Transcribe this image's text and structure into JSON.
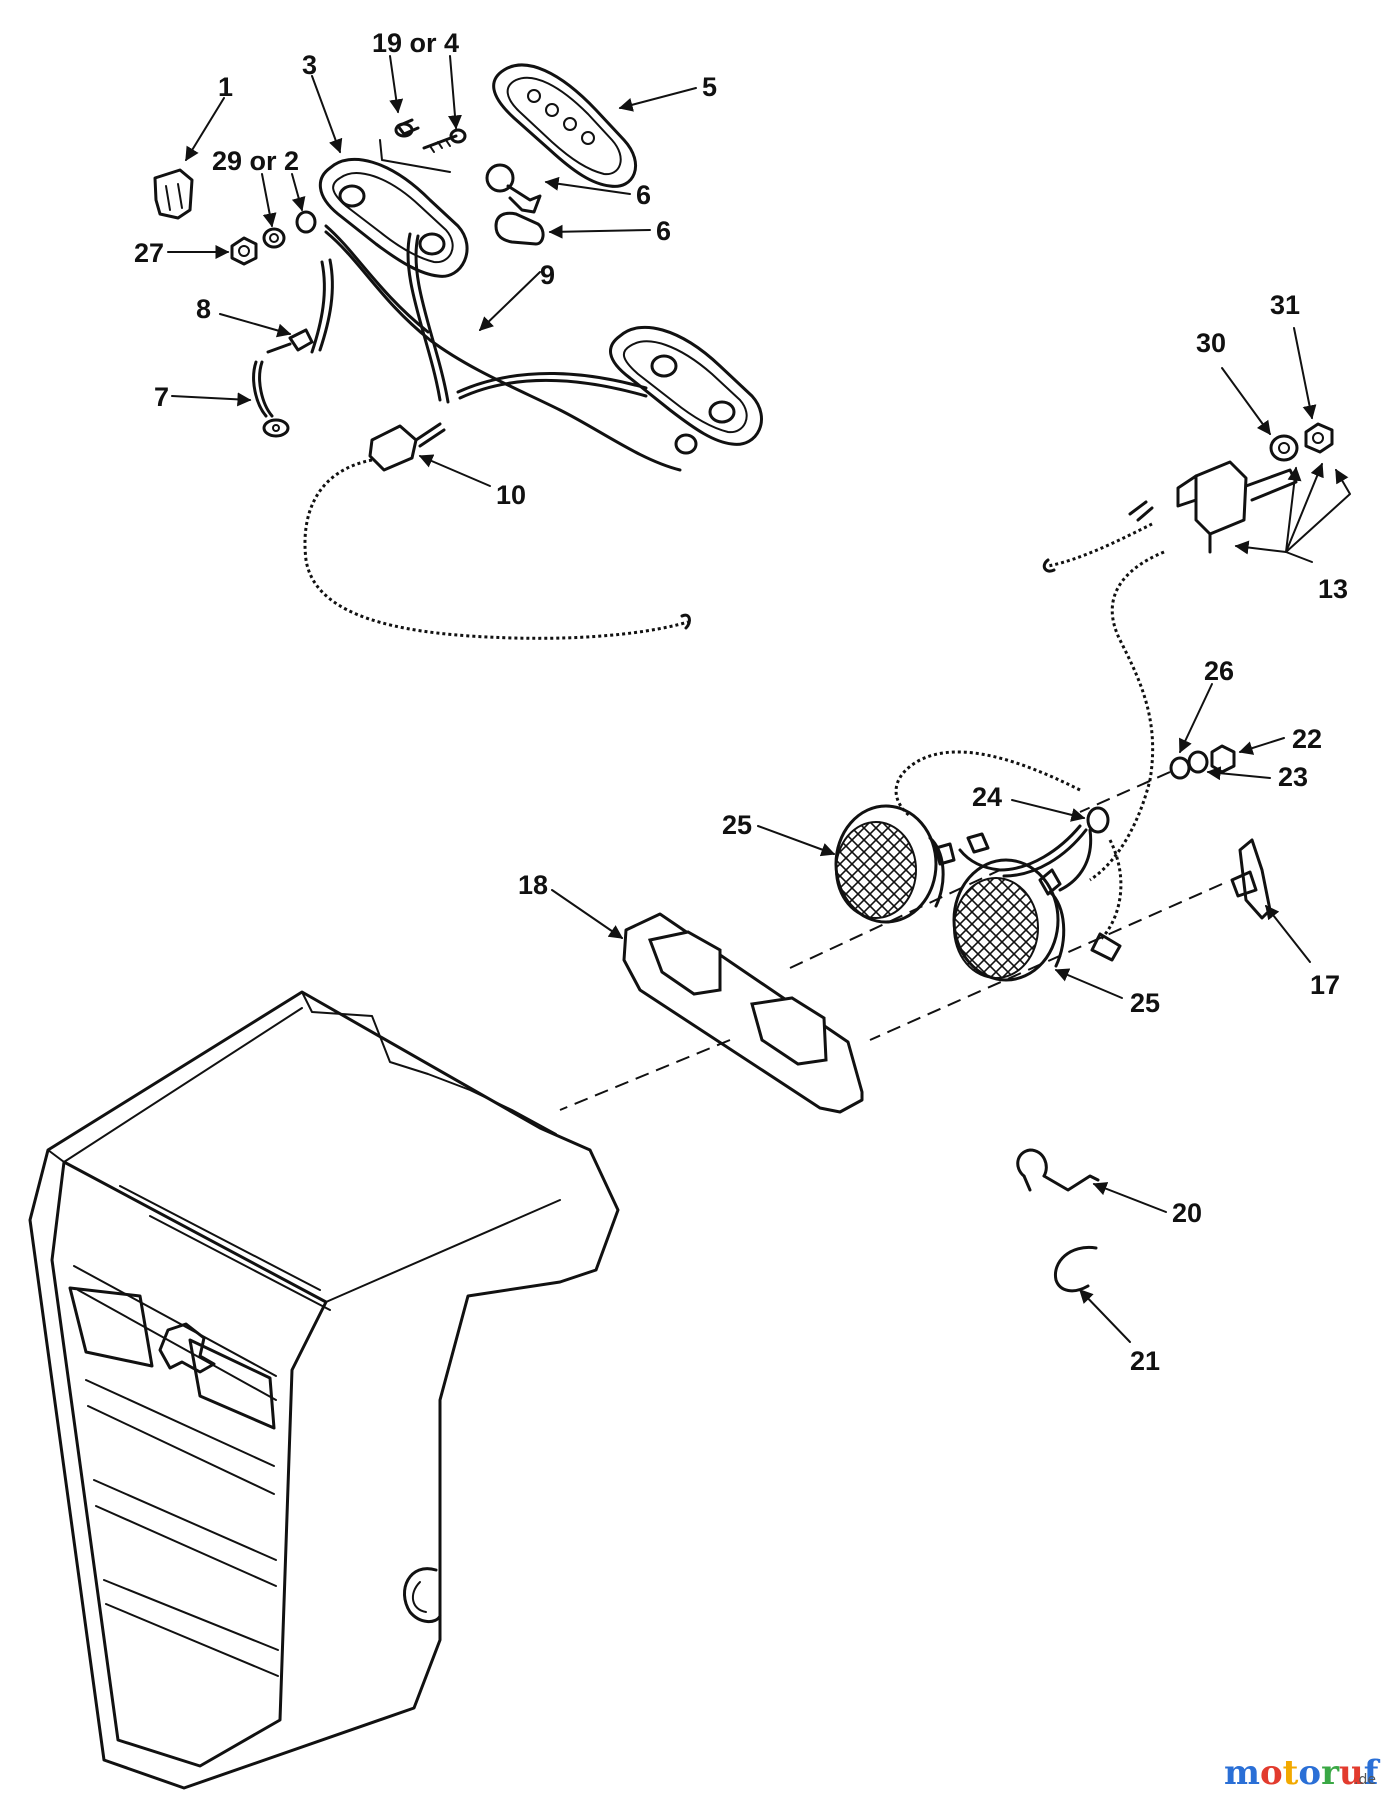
{
  "labels": {
    "l1": "1",
    "l3": "3",
    "l19": "19 or 4",
    "l5": "5",
    "l29": "29 or 2",
    "l6a": "6",
    "l6b": "6",
    "l27": "27",
    "l9": "9",
    "l8": "8",
    "l7": "7",
    "l10": "10",
    "l30": "30",
    "l31": "31",
    "l13": "13",
    "l26": "26",
    "l22": "22",
    "l23": "23",
    "l24": "24",
    "l25a": "25",
    "l25b": "25",
    "l18": "18",
    "l17": "17",
    "l20": "20",
    "l21": "21"
  },
  "watermark": {
    "brand": "motoruf",
    "tld": ".de",
    "colors": [
      "#2a6fd6",
      "#e23b2e",
      "#f2a900",
      "#2a6fd6",
      "#3aa845",
      "#e23b2e",
      "#2a6fd6"
    ]
  }
}
